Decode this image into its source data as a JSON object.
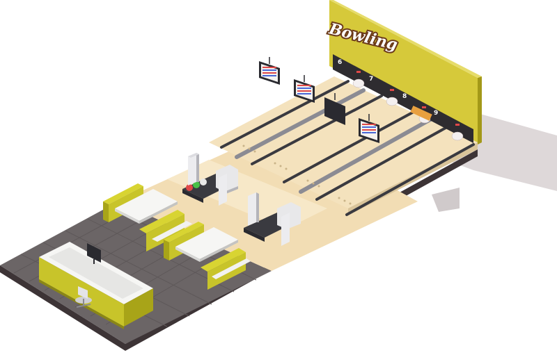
{
  "sign": {
    "logo_text": "Bowling"
  },
  "lanes": [
    {
      "number": "6"
    },
    {
      "number": "7"
    },
    {
      "number": "8"
    },
    {
      "number": "9"
    }
  ],
  "colors": {
    "wall_yellow": "#d6c93a",
    "wall_yellow_dark": "#b8ab22",
    "wood_floor": "#f2ddb4",
    "wood_floor_light": "#f7e8c8",
    "tile_floor": "#6b6566",
    "tile_floor_line": "#7a7475",
    "gutter": "#3a3a40",
    "lane_wood": "#f5dfb3",
    "furniture_yellow": "#c8c42a",
    "table_white": "#f6f6f4",
    "machine_grey": "#9a9aa2",
    "shadow": "#d9d4d4",
    "logo_brown": "#6b3a1a",
    "screen_black": "#2a2a30",
    "score_red": "#e04848",
    "score_blue": "#4868d8"
  }
}
